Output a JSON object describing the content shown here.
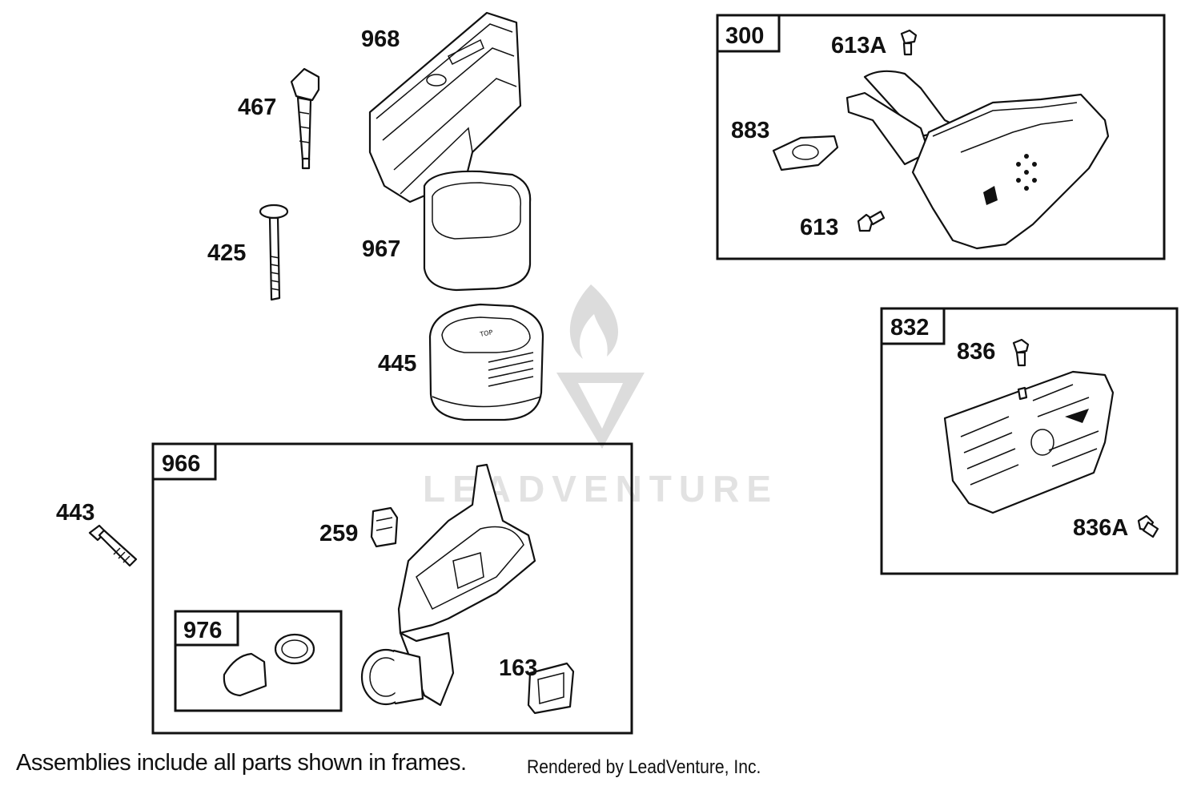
{
  "labels": {
    "p968": "968",
    "p467": "467",
    "p425": "425",
    "p967": "967",
    "p445": "445",
    "p443": "443",
    "p259": "259",
    "p163": "163",
    "p883": "883",
    "p613A": "613A",
    "p613": "613",
    "p836": "836",
    "p836A": "836A"
  },
  "frames": {
    "f300": "300",
    "f832": "832",
    "f966": "966",
    "f976": "976"
  },
  "watermark": {
    "text": "LEADVENTURE",
    "color": "#dcdcdc"
  },
  "footer": {
    "note": "Assemblies include all parts shown in frames.",
    "credit": "Rendered by LeadVenture, Inc."
  }
}
